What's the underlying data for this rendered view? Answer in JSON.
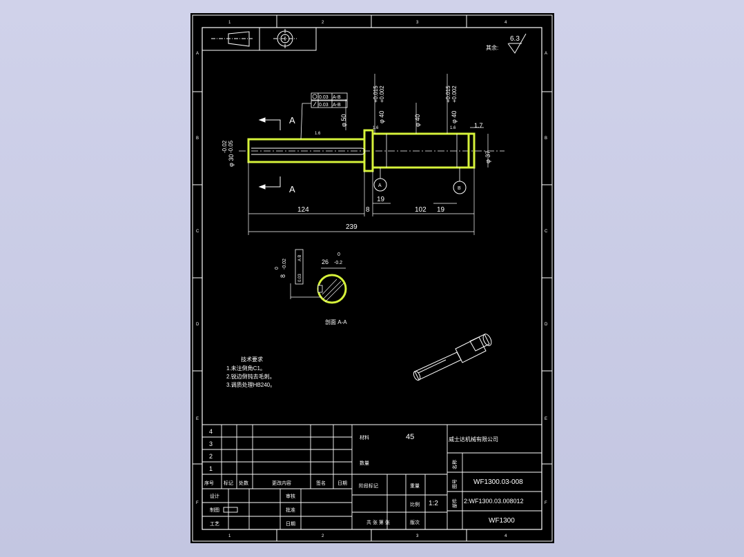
{
  "drawing": {
    "zone_columns": [
      "1",
      "2",
      "3",
      "4"
    ],
    "zone_rows": [
      "A",
      "B",
      "C",
      "D",
      "E",
      "F"
    ],
    "roughness_label": "其余:",
    "roughness_value": "6.3",
    "section_letter": "A",
    "tolerance_frame_1": "0.03",
    "tolerance_frame_1_datum": "A-B",
    "tolerance_frame_2": "0.03",
    "tolerance_frame_2_datum": "A-B",
    "keyway_tolerance_frame": "0.03",
    "keyway_tolerance_datum": "A B",
    "datum_a": "A",
    "datum_b": "B",
    "section_title": "剖面 A-A",
    "dims": {
      "d50": "φ 50",
      "d40_left": "φ 40",
      "d40_left_upper": "+0.015",
      "d40_left_lower": "+0.002",
      "d40_mid": "φ 40",
      "d40_right": "φ 40",
      "d40_right_upper": "+0.015",
      "d40_right_lower": "+0.002",
      "d30": "φ 30",
      "d30_upper": "-0.02",
      "d30_lower": "-0.05",
      "d37": "φ 37",
      "len_17": "1.7",
      "len_124": "124",
      "len_8": "8",
      "len_102": "102",
      "len_19a": "19",
      "len_19b": "19",
      "len_239": "239",
      "rough_16a": "1.6",
      "rough_16b": "1.6",
      "rough_16c": "1.6",
      "key_width": "8",
      "key_width_upper": "0",
      "key_width_lower": "-0.02",
      "key_depth": "26",
      "key_depth_upper": "0",
      "key_depth_lower": "-0.2"
    },
    "tech_title": "技术要求",
    "tech_items": [
      "1.未注倒角C1。",
      "2.锐边倒钝去毛刺。",
      "3.调质处理HB240。"
    ]
  },
  "title_block": {
    "rev_rows": [
      "4",
      "3",
      "2",
      "1"
    ],
    "rev_headers": [
      "序号",
      "标记",
      "处数",
      "更改内容",
      "签名",
      "日期"
    ],
    "signoff_left": [
      "设计",
      "制图",
      "工艺"
    ],
    "signoff_right": [
      "审核",
      "批准",
      "日期"
    ],
    "material_label": "材料",
    "material_value": "45",
    "mass_label": "数量",
    "stage_label": "阶段标记",
    "weight_label": "重量",
    "scale_label": "比例",
    "scale_value": "1:2",
    "sheet_label": "共 张 第 张",
    "version_label": "版次",
    "company": "威士达机械有限公司",
    "name_label": "名称",
    "drawing_no_label": "图号",
    "part_label": "部件",
    "drawing_no": "WF1300.03-008",
    "file_no": "2:WF1300.03.008012",
    "product": "WF1300"
  }
}
